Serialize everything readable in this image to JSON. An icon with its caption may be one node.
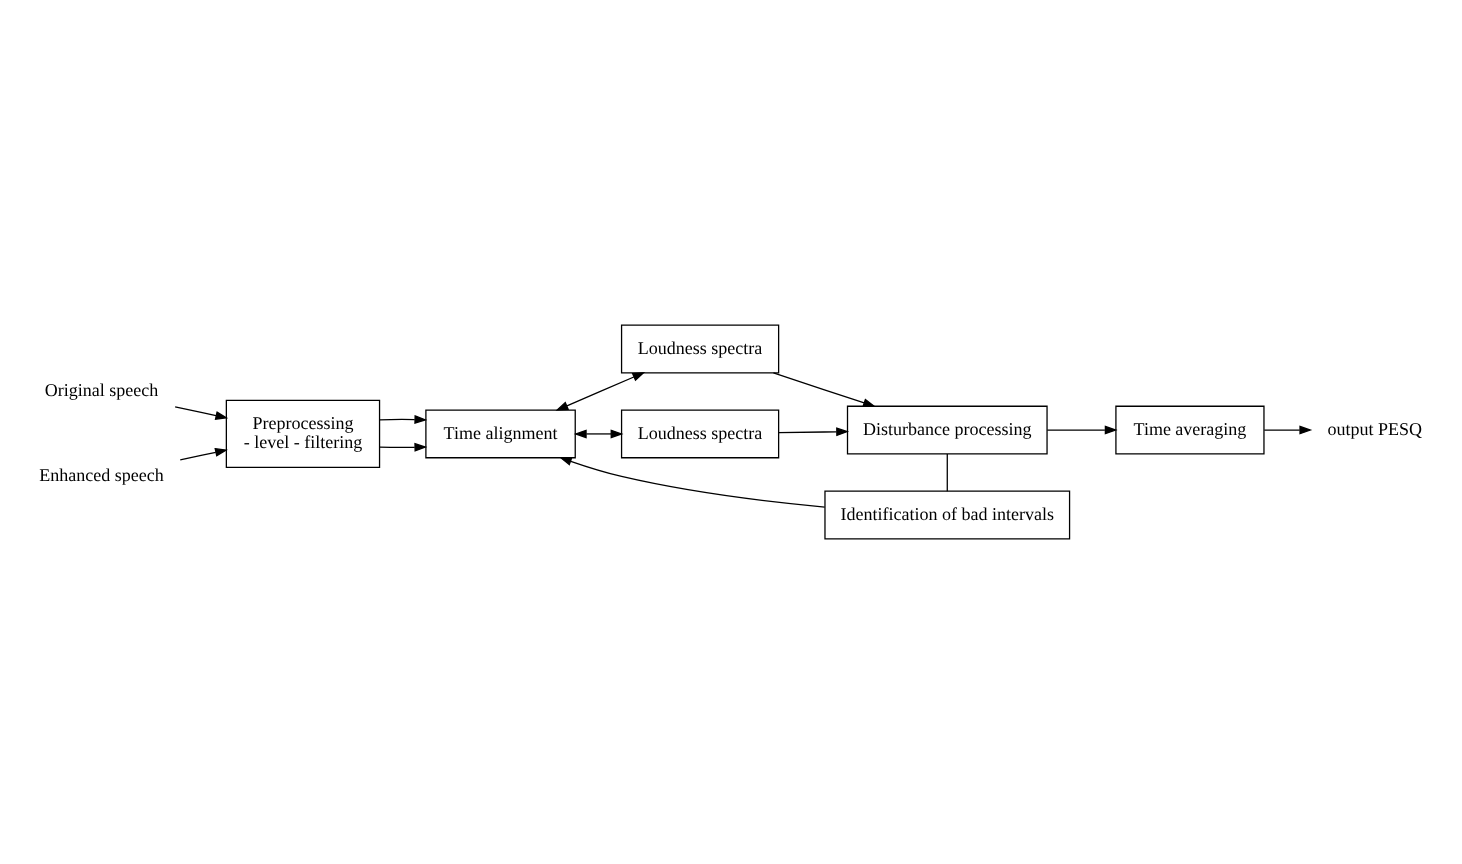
{
  "diagram": {
    "nodes": [
      {
        "text": [
          "Original speech"
        ]
      },
      {
        "text": [
          "Enhanced speech"
        ]
      },
      {
        "text": [
          "Preprocessing",
          "- level - filtering"
        ]
      },
      {
        "text": [
          "Time alignment"
        ]
      },
      {
        "text": [
          "Loudness spectra"
        ]
      },
      {
        "text": [
          "Loudness spectra"
        ]
      },
      {
        "text": [
          "Disturbance processing"
        ]
      },
      {
        "text": [
          "Identification of bad intervals"
        ]
      },
      {
        "text": [
          "Time averaging"
        ]
      },
      {
        "text": [
          "output PESQ"
        ]
      }
    ],
    "edges": [
      {
        "from": 0,
        "to": 2,
        "arrow": "to"
      },
      {
        "from": 1,
        "to": 2,
        "arrow": "to"
      },
      {
        "from": 2,
        "to": 3,
        "arrow": "to"
      },
      {
        "from": 2,
        "to": 3,
        "arrow": "to"
      },
      {
        "from": 3,
        "to": 4,
        "arrow": "both"
      },
      {
        "from": 3,
        "to": 5,
        "arrow": "both"
      },
      {
        "from": 4,
        "to": 6,
        "arrow": "to"
      },
      {
        "from": 5,
        "to": 6,
        "arrow": "to"
      },
      {
        "from": 6,
        "to": 8,
        "arrow": "to"
      },
      {
        "from": 6,
        "to": 7,
        "arrow": "none"
      },
      {
        "from": 7,
        "to": 3,
        "arrow": "to"
      },
      {
        "from": 8,
        "to": 9,
        "arrow": "to"
      }
    ]
  }
}
